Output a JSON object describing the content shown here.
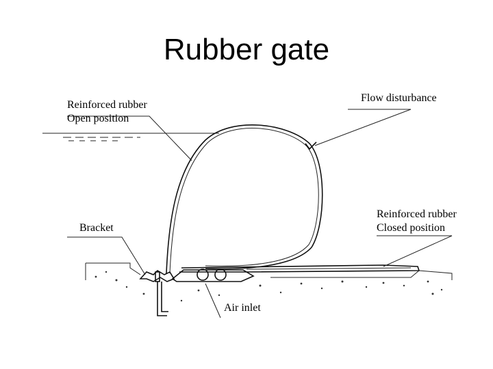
{
  "title": "Rubber gate",
  "labels": {
    "open_position_line1": "Reinforced rubber",
    "open_position_line2": "Open position",
    "flow_disturbance": "Flow disturbance",
    "bracket": "Bracket",
    "closed_position_line1": "Reinforced rubber",
    "closed_position_line2": "Closed position",
    "air_inlet": "Air inlet"
  }
}
